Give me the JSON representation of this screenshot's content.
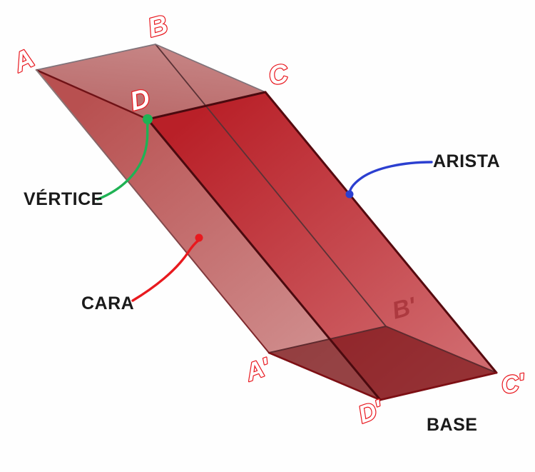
{
  "figure": {
    "type": "solid-geometry-diagram",
    "shape": "oblique rectangular prism (parallelepiped)",
    "vertices": {
      "A": "A",
      "B": "B",
      "C": "C",
      "D": "D",
      "A_prime": "A'",
      "B_prime": "B'",
      "C_prime": "C'",
      "D_prime": "D'"
    },
    "annotations": {
      "vertice": {
        "label": "VÉRTICE",
        "accent": "#1fb254",
        "points_to": "vertex D"
      },
      "arista": {
        "label": "ARISTA",
        "accent": "#2b3fd0",
        "points_to": "edge C-C'"
      },
      "cara": {
        "label": "CARA",
        "accent": "#e8191e",
        "points_to": "face A-D-D'-A'"
      },
      "base": {
        "label": "BASE",
        "accent": "#1a1a1a",
        "points_to": "face A'-B'-C'-D'"
      }
    },
    "colors": {
      "vertex_label_stroke": "#e8161d",
      "vertex_label_fill": "#ffffff",
      "vertex_label_ghost": "#a8343a",
      "black_label": "#1a1a1a"
    }
  }
}
